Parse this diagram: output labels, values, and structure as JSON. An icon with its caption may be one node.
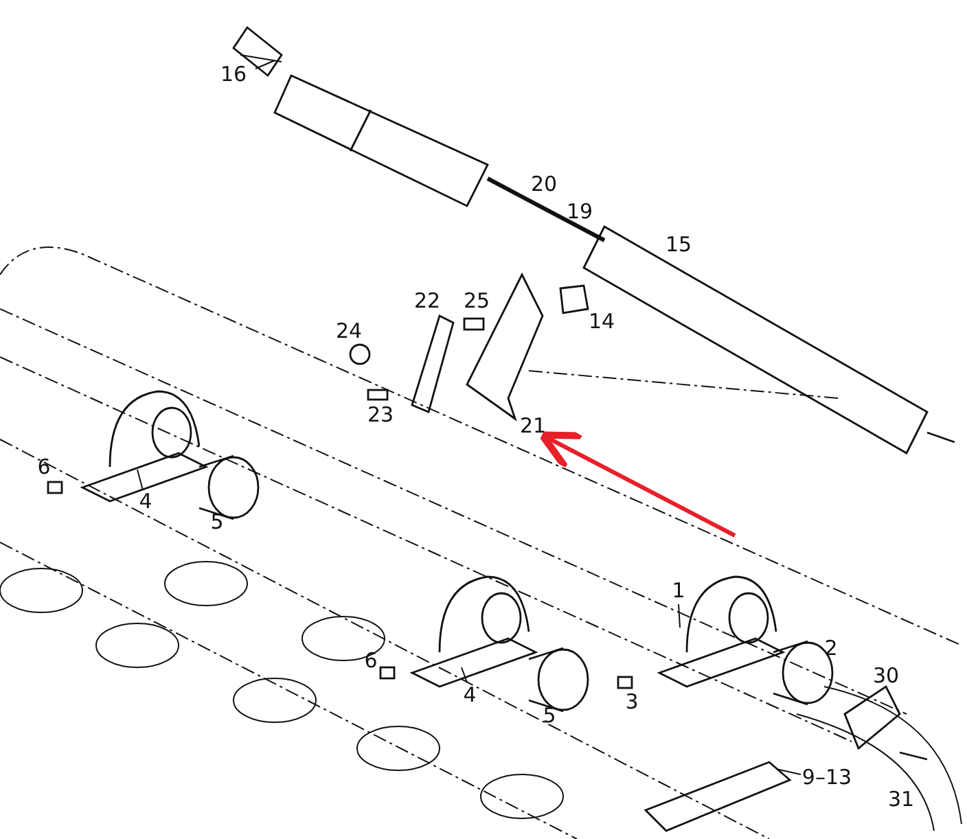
{
  "diagram": {
    "nodes": [
      {
        "text": [
          "16"
        ]
      },
      {
        "text": [
          "21"
        ]
      },
      {
        "text": [
          "4"
        ]
      },
      {
        "text": [
          "1"
        ]
      },
      {
        "text": [
          "4"
        ]
      },
      {
        "text": [
          "9–13"
        ]
      }
    ],
    "edges": [
      {
        "from": 0,
        "to": null,
        "arrow": "none"
      },
      {
        "from": null,
        "to": 1,
        "arrow": "to",
        "style": "thick",
        "color": "#e8202a"
      },
      {
        "from": 2,
        "to": null,
        "arrow": "none"
      },
      {
        "from": 3,
        "to": null,
        "arrow": "none"
      },
      {
        "from": 4,
        "to": null,
        "arrow": "none"
      },
      {
        "from": 5,
        "to": null,
        "arrow": "none"
      }
    ],
    "labels": [
      "20",
      "19",
      "15",
      "22",
      "25",
      "14",
      "24",
      "23",
      "6",
      "5",
      "2",
      "6",
      "5",
      "3",
      "30",
      "31"
    ]
  }
}
